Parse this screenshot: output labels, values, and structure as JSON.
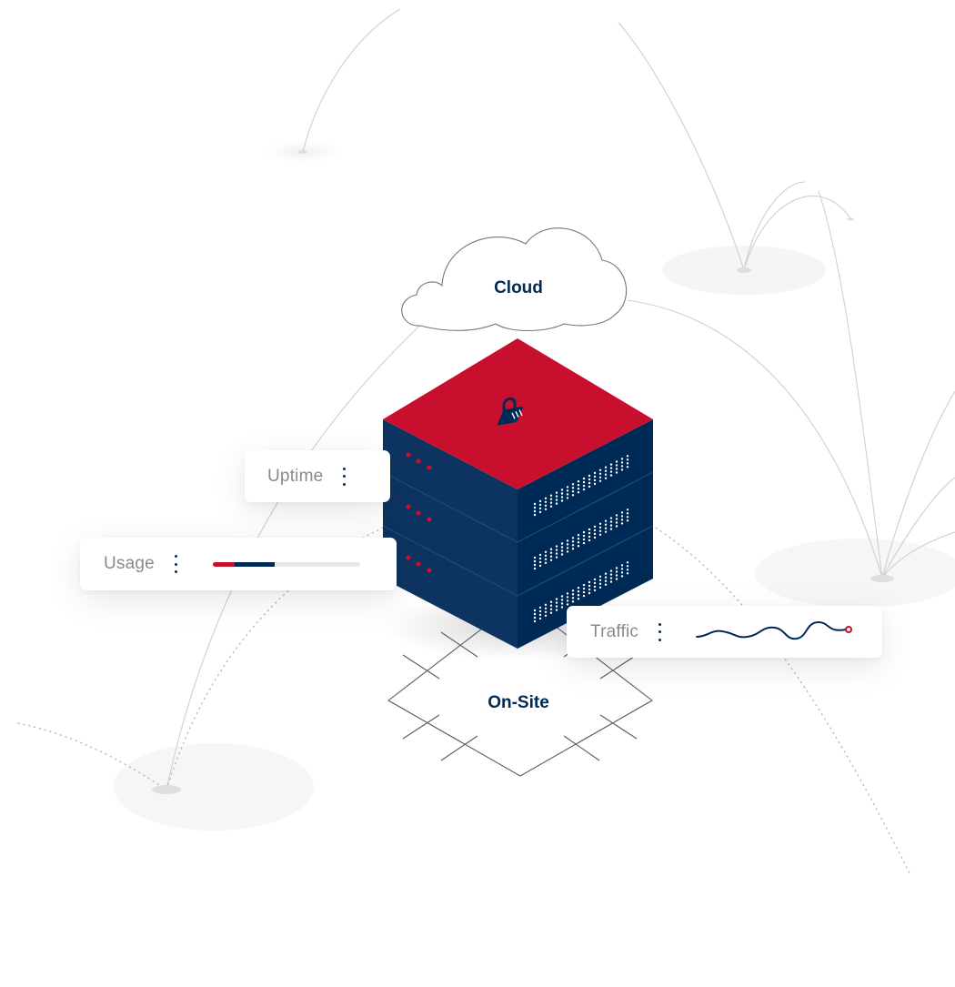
{
  "labels": {
    "cloud": "Cloud",
    "on_site": "On-Site"
  },
  "cards": {
    "uptime": {
      "label": "Uptime"
    },
    "usage": {
      "label": "Usage",
      "progress": {
        "red_fraction": 0.15,
        "blue_fraction": 0.42
      }
    },
    "traffic": {
      "label": "Traffic"
    }
  },
  "icons": [
    "lock-icon",
    "kebab-menu-icon",
    "cloud-icon",
    "server-rack-icon",
    "sparkline-icon"
  ],
  "colors": {
    "navy": "#002a56",
    "red": "#c8102e",
    "line_gray": "#cfcfcf",
    "label_gray": "#8a8a8a"
  }
}
